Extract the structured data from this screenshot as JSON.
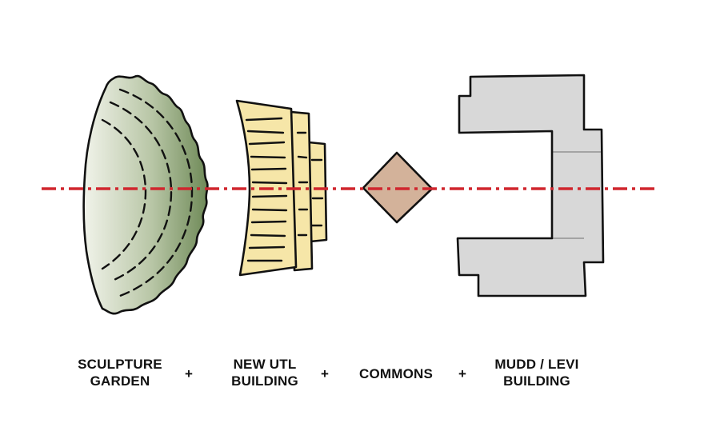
{
  "labels": [
    {
      "line1": "SCULPTURE",
      "line2": "GARDEN"
    },
    {
      "line1": "NEW UTL",
      "line2": "BUILDING"
    },
    {
      "line1": "COMMONS",
      "line2": ""
    },
    {
      "line1": "MUDD / LEVI",
      "line2": "BUILDING"
    }
  ],
  "operator": "+",
  "colors": {
    "axis": "#d0262e",
    "garden_light": "#eef0e6",
    "garden_dark": "#7a9460",
    "utl_fill": "#f6e6a8",
    "commons_fill": "#d3b29a",
    "mudd_fill": "#d8d8d8",
    "outline": "#111111"
  }
}
